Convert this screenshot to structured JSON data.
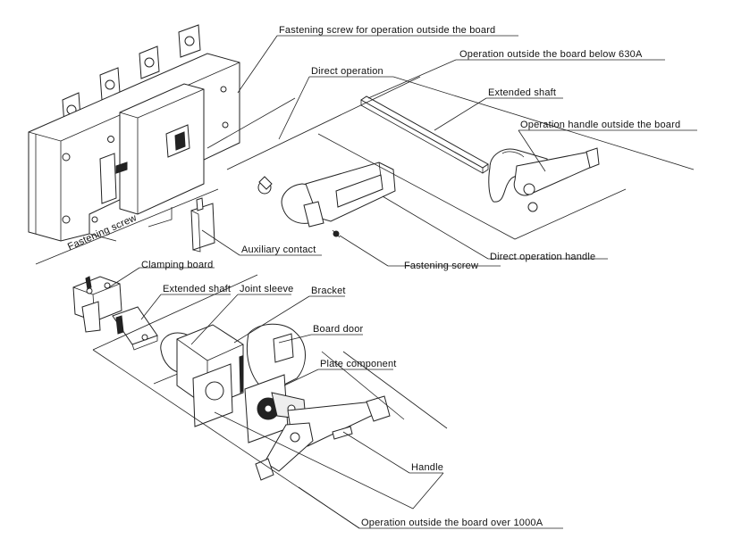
{
  "labels": {
    "fastening_screw_outside": "Fastening screw for operation outside the board",
    "direct_operation": "Direct operation",
    "outside_below_630": "Operation outside the board below 630A",
    "extended_shaft_top": "Extended shaft",
    "handle_outside": "Operation handle outside the board",
    "auxiliary_contact": "Auxiliary contact",
    "direct_handle": "Direct operation handle",
    "fastening_screw_mid": "Fastening screw",
    "fastening_screw_left": "Fastening screw",
    "clamping_board": "Clamping board",
    "extended_shaft_bottom": "Extended shaft",
    "joint_sleeve": "Joint sleeve",
    "bracket": "Bracket",
    "board_door": "Board door",
    "plate_component": "Plate component",
    "handle": "Handle",
    "outside_over_1000": "Operation outside the board over 1000A"
  }
}
